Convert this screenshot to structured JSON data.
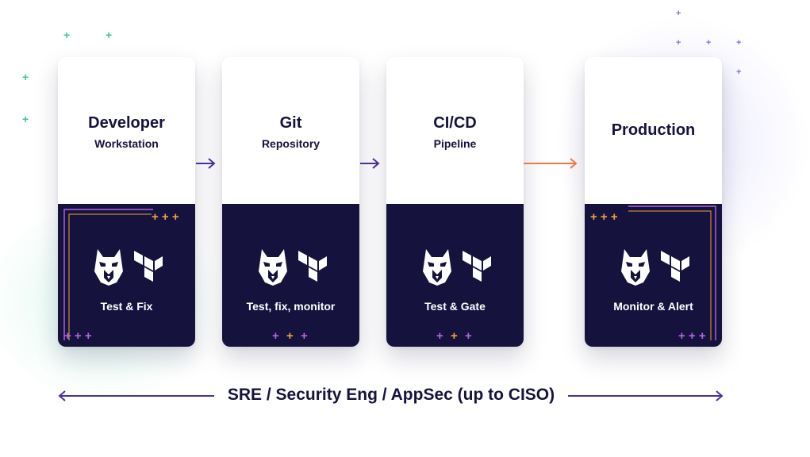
{
  "stages": [
    {
      "title": "Developer",
      "subtitle": "Workstation",
      "label": "Test & Fix"
    },
    {
      "title": "Git",
      "subtitle": "Repository",
      "label": "Test, fix, monitor"
    },
    {
      "title": "CI/CD",
      "subtitle": "Pipeline",
      "label": "Test & Gate"
    },
    {
      "title": "Production",
      "subtitle": "",
      "label": "Monitor & Alert"
    }
  ],
  "footer": {
    "text": "SRE / Security Eng / AppSec (up to CISO)"
  },
  "icons": {
    "left": "snyk-dog-logo-icon",
    "right": "terraform-logo-icon",
    "decoration": "plus-sparkle-icon"
  },
  "colors": {
    "navy": "#15123d",
    "purple_arrow": "#4b2fa0",
    "orange_arrow": "#f2774a",
    "orange_plus": "#f2a13c",
    "purple_plus": "#b266e3",
    "green_plus": "#37c79a"
  }
}
